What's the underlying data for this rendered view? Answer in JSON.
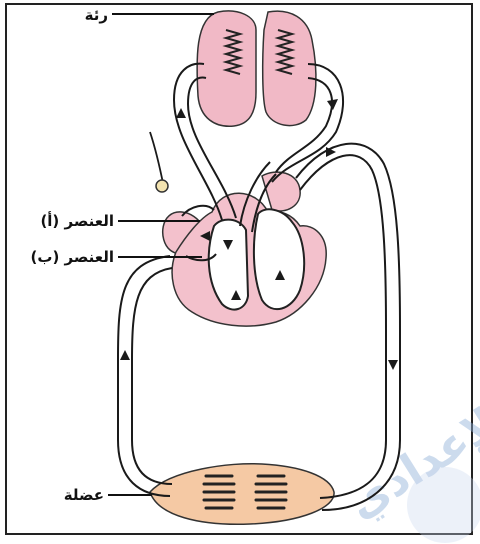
{
  "labels": {
    "lung": "رئة",
    "element_a": "العنصر (أ)",
    "element_b": "العنصر (ب)",
    "muscle": "عضلة"
  },
  "watermark": "الإعدادي",
  "colors": {
    "lung_fill": "#f1b9c6",
    "heart_fill": "#f3c1cc",
    "muscle_fill": "#f5c9a4",
    "vessel_stroke": "#1a1a1a",
    "frame": "#222222"
  }
}
